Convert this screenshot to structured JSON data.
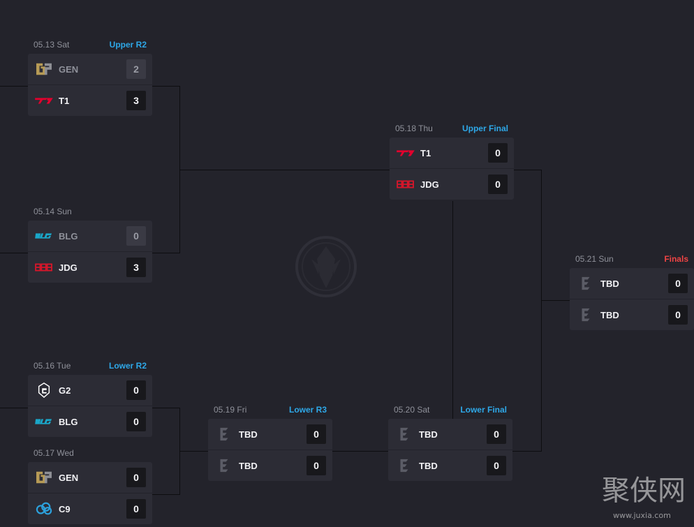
{
  "matches": {
    "m1": {
      "date": "05.13 Sat",
      "stage": "Upper R2",
      "teams": [
        {
          "name": "GEN",
          "score": "2",
          "logo": "gen-logo"
        },
        {
          "name": "T1",
          "score": "3",
          "logo": "t1-logo"
        }
      ]
    },
    "m2": {
      "date": "05.14 Sun",
      "stage": "",
      "teams": [
        {
          "name": "BLG",
          "score": "0",
          "logo": "blg-logo"
        },
        {
          "name": "JDG",
          "score": "3",
          "logo": "jdg-logo"
        }
      ]
    },
    "m3": {
      "date": "05.16 Tue",
      "stage": "Lower R2",
      "teams": [
        {
          "name": "G2",
          "score": "0",
          "logo": "g2-logo"
        },
        {
          "name": "BLG",
          "score": "0",
          "logo": "blg-logo"
        }
      ]
    },
    "m4": {
      "date": "05.17 Wed",
      "stage": "",
      "teams": [
        {
          "name": "GEN",
          "score": "0",
          "logo": "gen-logo"
        },
        {
          "name": "C9",
          "score": "0",
          "logo": "c9-logo"
        }
      ]
    },
    "m5": {
      "date": "05.18 Thu",
      "stage": "Upper Final",
      "teams": [
        {
          "name": "T1",
          "score": "0",
          "logo": "t1-logo"
        },
        {
          "name": "JDG",
          "score": "0",
          "logo": "jdg-logo"
        }
      ]
    },
    "m6": {
      "date": "05.19 Fri",
      "stage": "Lower R3",
      "teams": [
        {
          "name": "TBD",
          "score": "0",
          "logo": "tbd-logo"
        },
        {
          "name": "TBD",
          "score": "0",
          "logo": "tbd-logo"
        }
      ]
    },
    "m7": {
      "date": "05.20 Sat",
      "stage": "Lower Final",
      "teams": [
        {
          "name": "TBD",
          "score": "0",
          "logo": "tbd-logo"
        },
        {
          "name": "TBD",
          "score": "0",
          "logo": "tbd-logo"
        }
      ]
    },
    "m8": {
      "date": "05.21 Sun",
      "stage": "Finals",
      "teams": [
        {
          "name": "TBD",
          "score": "0",
          "logo": "tbd-logo"
        },
        {
          "name": "TBD",
          "score": "0",
          "logo": "tbd-logo"
        }
      ]
    }
  },
  "colors": {
    "background": "#23232b",
    "card": "#2c2c35",
    "stage_label": "#2ea8e8",
    "finals_label": "#ef4444"
  },
  "icons": {
    "center_emblem": "msi-emblem-icon",
    "watermark": "juxia-watermark",
    "watermark_text": "聚侠网 www.juxia.com"
  }
}
